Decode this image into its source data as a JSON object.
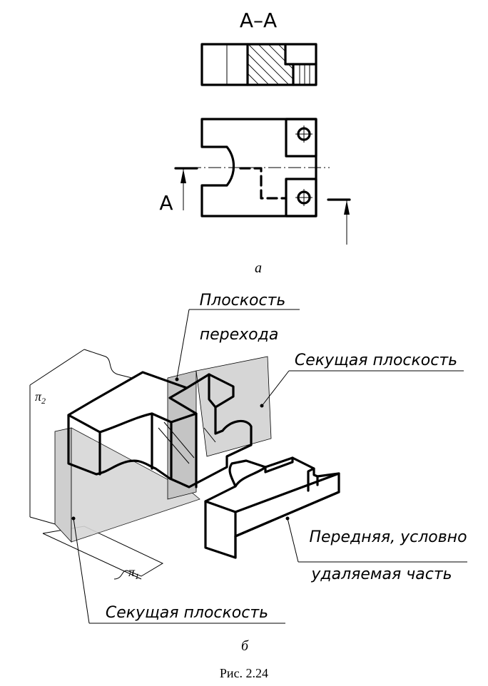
{
  "section_title": "А–А",
  "cut_letter": "А",
  "label_a": "а",
  "label_b": "б",
  "caption": "Рис. 2.24",
  "callouts": {
    "transition_plane_line1": "Плоскость",
    "transition_plane_line2": "перехода",
    "cutting_plane_right": "Секущая плоскость",
    "front_part_line1": "Передняя, условно",
    "front_part_line2": "удаляемая часть",
    "cutting_plane_bottom": "Секущая плоскость"
  },
  "planes": {
    "pi2": {
      "symbol": "π",
      "index": "2"
    },
    "pi1": {
      "symbol": "π",
      "index": "1"
    }
  },
  "colors": {
    "line": "#000000",
    "plane_fill": "#cfcfcf",
    "background": "#ffffff"
  }
}
